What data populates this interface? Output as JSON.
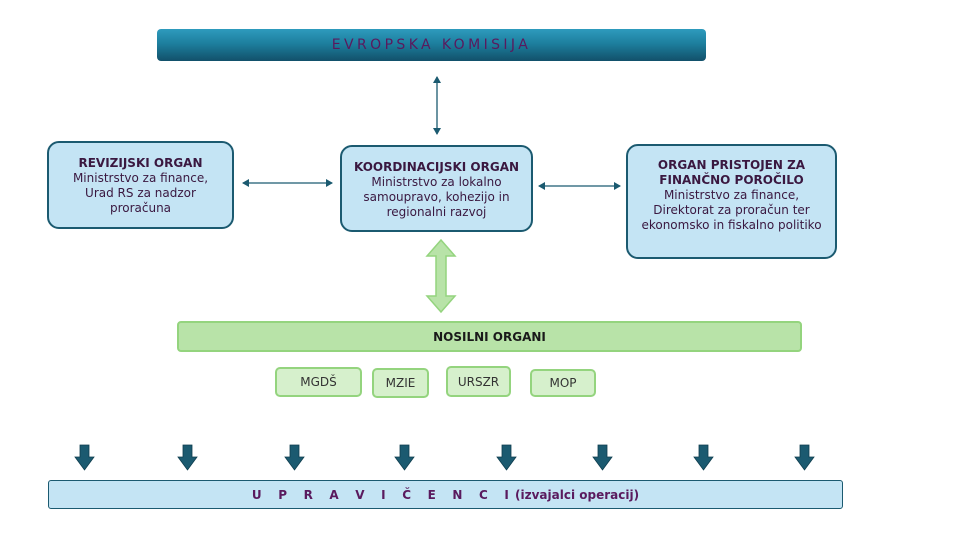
{
  "commission": {
    "label": "EVROPSKA KOMISIJA"
  },
  "audit_authority": {
    "title": "REVIZIJSKI ORGAN",
    "body": "Ministrstvo za finance,\nUrad RS za nadzor\nproračuna"
  },
  "coordinating_body": {
    "title": "KOORDINACIJSKI ORGAN",
    "body": "Ministrstvo za lokalno\nsamoupravo, kohezijo in\nregionalni razvoj"
  },
  "certifying_body": {
    "title": "ORGAN PRISTOJEN ZA\nFINANČNO POROČILO",
    "body": "Ministrstvo za finance,\nDirektorat za proračun ter\nekonomsko in fiskalno politiko"
  },
  "intermediate_bodies": {
    "label": "NOSILNI ORGANI",
    "items": [
      "MGDŠ",
      "MZIE",
      "URSZR",
      "MOP"
    ]
  },
  "beneficiaries": {
    "label_spaced": "U P R A V I Č E N C I",
    "label_note": "(izvajalci operacij)"
  },
  "colors": {
    "banner_dark": "#12506a",
    "banner_light": "#2e9bbd",
    "box_fill": "#c4e4f4",
    "box_border": "#1b5a70",
    "green_fill": "#b8e3a8",
    "green_border": "#94d47e",
    "text_purple": "#5a1a5e"
  }
}
